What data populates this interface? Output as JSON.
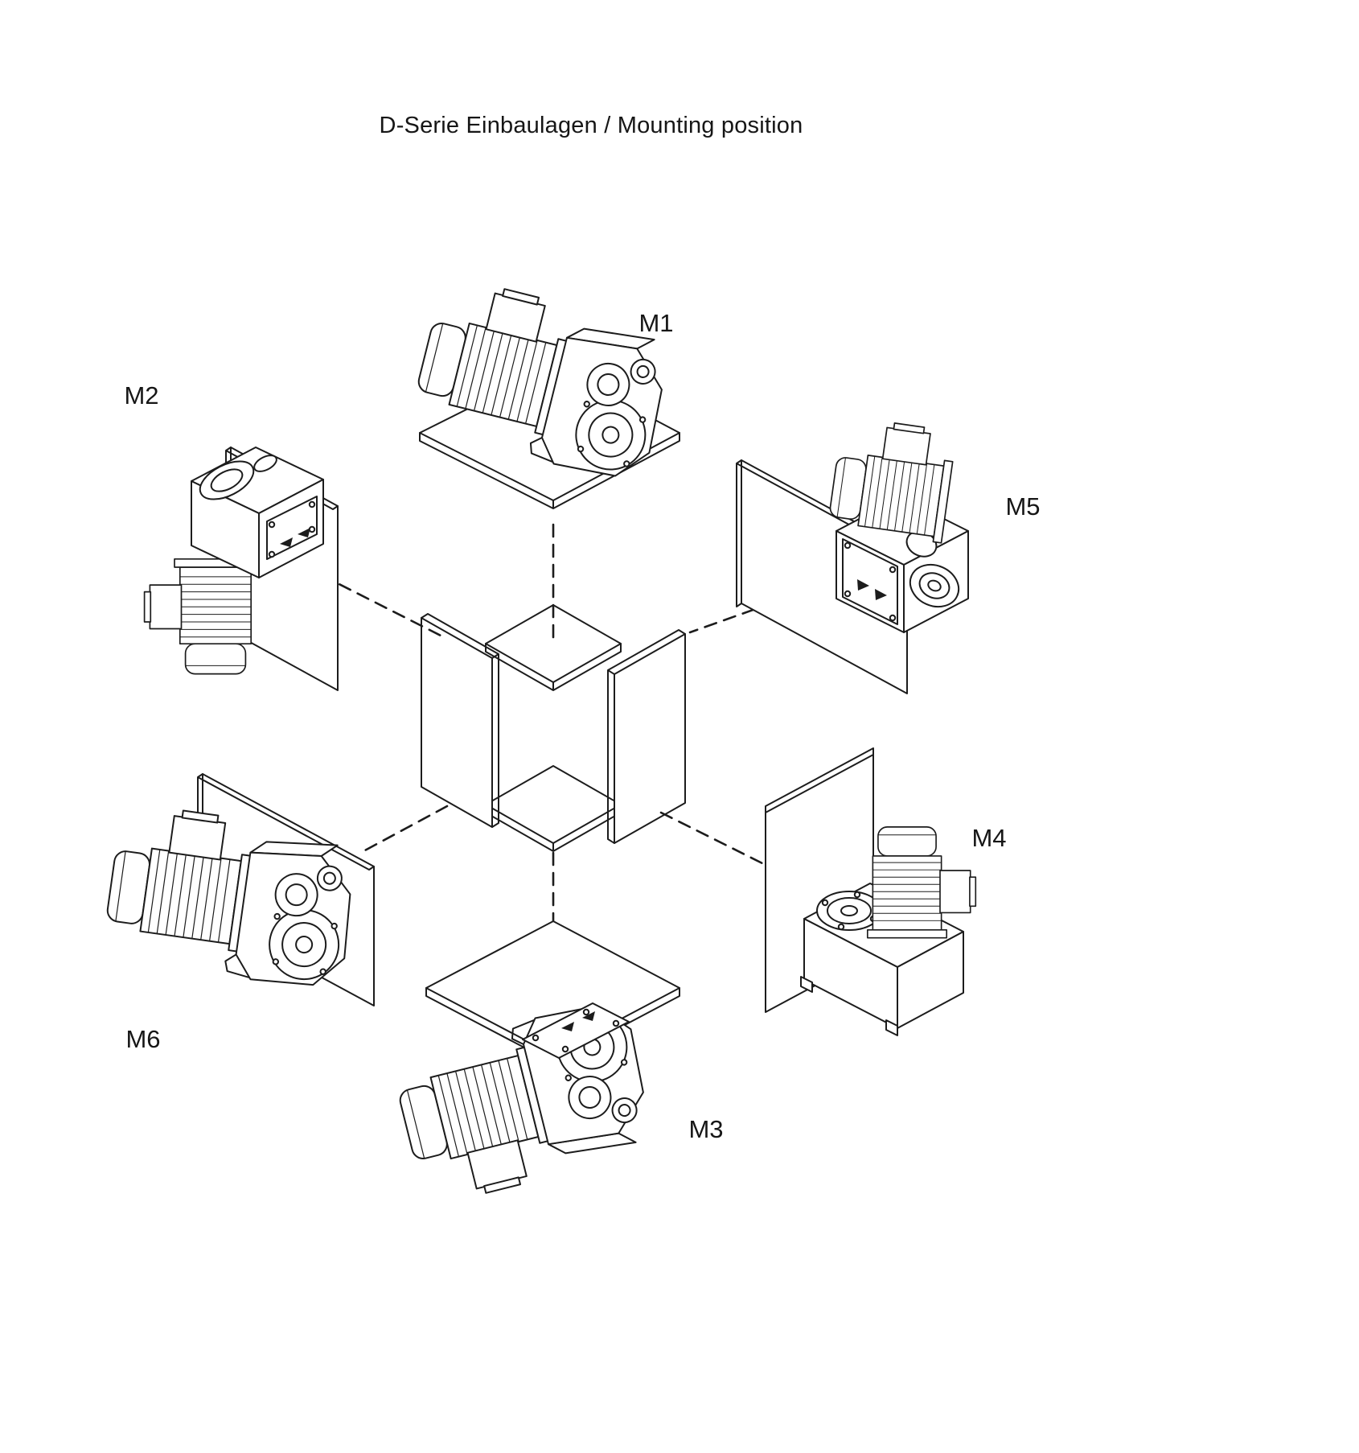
{
  "title": "D-Serie Einbaulagen / Mounting position",
  "labels": {
    "m1": "M1",
    "m2": "M2",
    "m3": "M3",
    "m4": "M4",
    "m5": "M5",
    "m6": "M6"
  },
  "diagram": {
    "type": "isometric-exploded-mounting-position-diagram",
    "positions": [
      "M1",
      "M2",
      "M3",
      "M4",
      "M5",
      "M6"
    ]
  },
  "colors": {
    "line": "#1c1c1c",
    "background": "#ffffff",
    "text": "#161616"
  }
}
